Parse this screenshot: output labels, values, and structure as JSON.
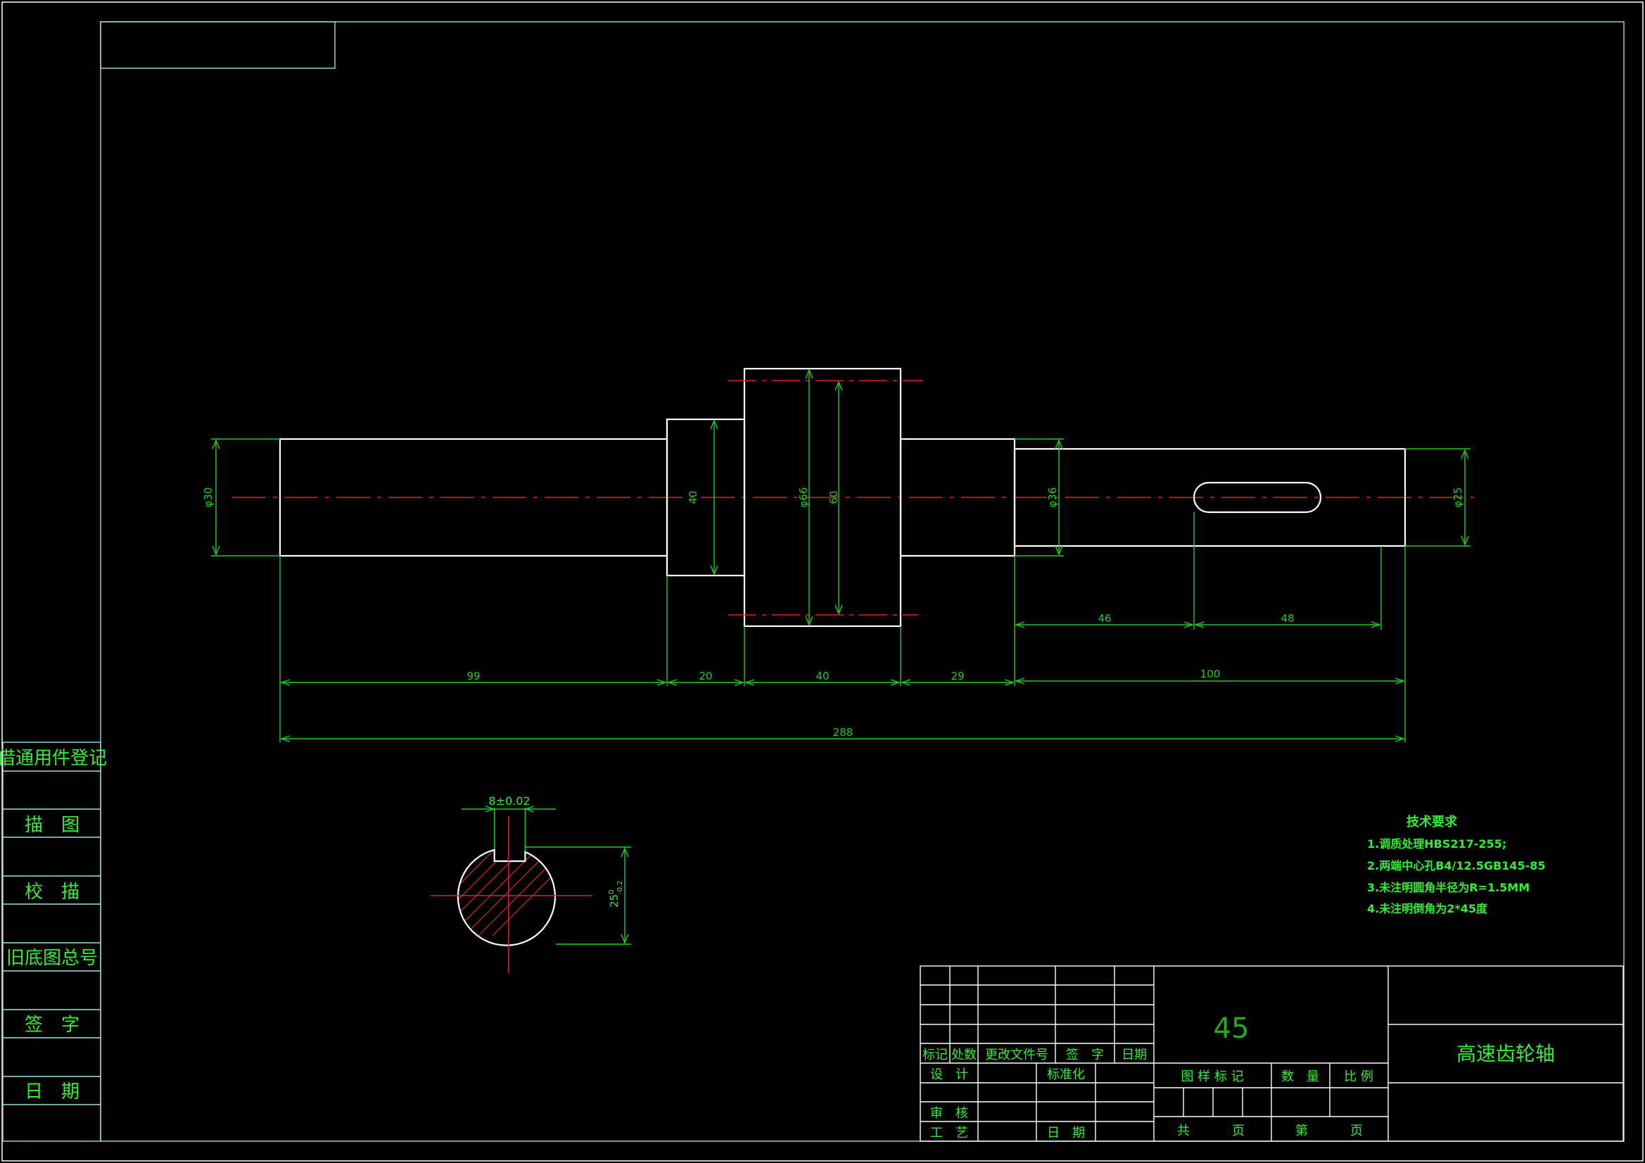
{
  "side_panel": {
    "items": [
      "借通用件登记",
      "描　图",
      "校　描",
      "旧底图总号",
      "签　字",
      "日　期"
    ]
  },
  "dimensions": {
    "dia_left": "φ30",
    "dia_40": "40",
    "dia_66": "φ66",
    "h_60": "60",
    "dia_36": "φ36",
    "dia_25": "φ25",
    "len_99": "99",
    "len_20": "20",
    "len_40": "40",
    "len_29": "29",
    "len_100": "100",
    "len_288": "288",
    "len_46": "46",
    "len_48": "48"
  },
  "section_view": {
    "key_width": "8±0.02",
    "depth": "25",
    "depth_tol_upper": "0",
    "depth_tol_lower": "-0.2"
  },
  "tech_requirements": {
    "title": "技术要求",
    "items": [
      "1.调质处理HBS217-255;",
      "2.两端中心孔B4/12.5GB145-85",
      "3.未注明圆角半径为R=1.5MM",
      "4.未注明倒角为2*45度"
    ]
  },
  "title_block": {
    "material": "45",
    "part_name": "高速齿轮轴",
    "rev_headers": [
      "标记",
      "处数",
      "更改文件号",
      "签　字",
      "日期"
    ],
    "design": "设　计",
    "standardize": "标准化",
    "review": "审　核",
    "process": "工　艺",
    "date": "日　期",
    "drawing_mark": "图 样 标 记",
    "quantity": "数　量",
    "scale": "比 例",
    "total": "共",
    "page": "页",
    "sheet_no": "第",
    "page2": "页"
  }
}
